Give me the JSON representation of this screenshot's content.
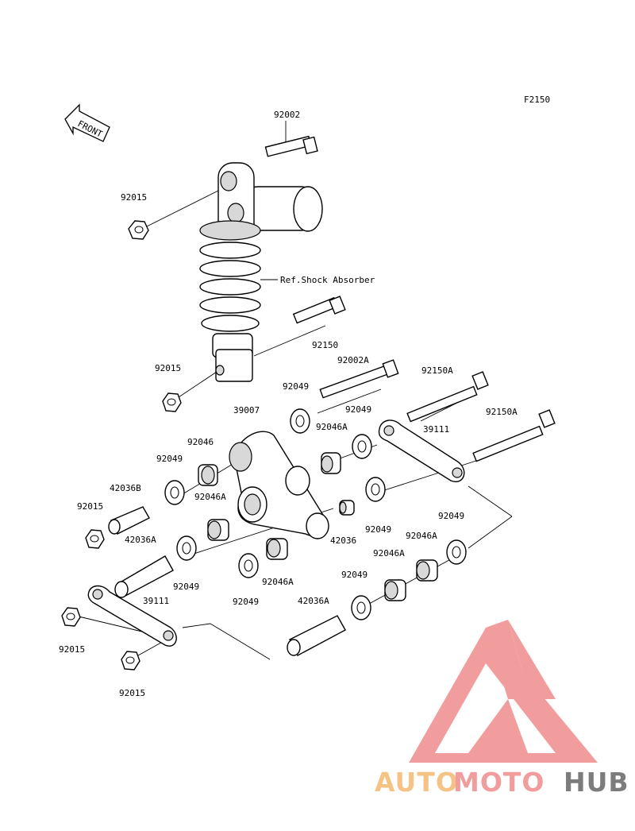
{
  "figure_code": "F2150",
  "front_label": "FRONT",
  "ref_label": "Ref.Shock Absorber",
  "parts": {
    "bolt_top": "92002",
    "nut_upper": "92015",
    "bolt_lower_shock": "92150",
    "nut_lower_shock": "92015",
    "bolt_rocker": "92002A",
    "washer_rocker_top": "92049",
    "rocker_arm": "39007",
    "bearing_left": "92046",
    "washer_left": "92049",
    "collar_b": "42036B",
    "nut_left_mid": "92015",
    "bearing_a_center": "92046A",
    "washer_center_top": "92049",
    "bolt_tie_rod": "92150A",
    "bolt_tie_rod_2": "92150A",
    "tie_rod_right": "39111",
    "bearing_a_left": "92046A",
    "collar_a_left": "42036A",
    "washer_lower_left": "92049",
    "washer_center_right": "92049",
    "collar_center": "42036",
    "bearing_a_lower": "92046A",
    "washer_lower_center": "92049",
    "washer_right": "92049",
    "bearing_a_right": "92046A",
    "bearing_a_right2": "92046A",
    "washer_right_low": "92049",
    "tie_rod_left": "39111",
    "collar_a_bottom": "42036A",
    "nut_left_bottom": "92015",
    "nut_bottom": "92015"
  },
  "logo": {
    "part1": "AUTO",
    "part2": "MOTO",
    "part3": "HUB",
    "color_auto": "#f5b971",
    "color_moto": "#f08c8c",
    "color_hub": "#666666"
  }
}
